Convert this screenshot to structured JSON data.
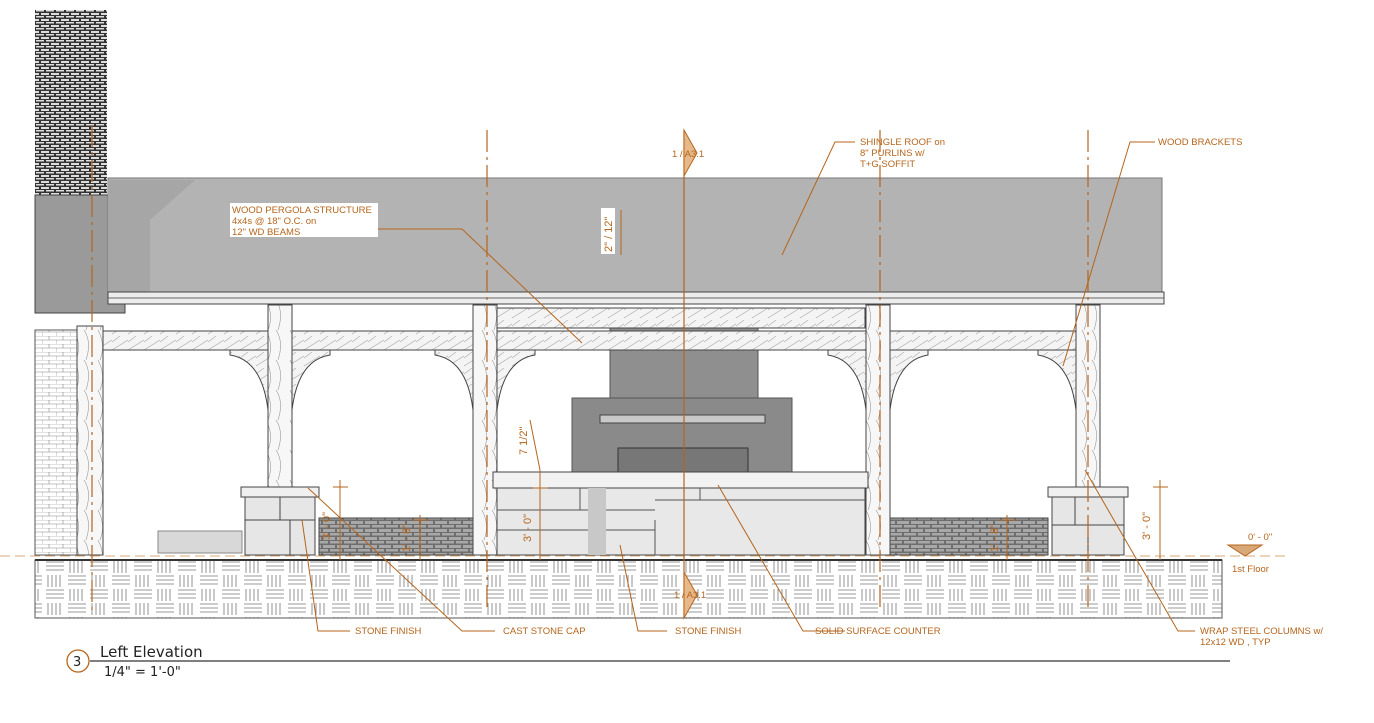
{
  "drawing": {
    "number": "3",
    "title": "Left Elevation",
    "scale": "1/4\" = 1'-0\""
  },
  "section_marks": [
    {
      "label": "1 / A3.1",
      "position": "top"
    },
    {
      "label": "1 / A3.1",
      "position": "bottom"
    }
  ],
  "level": {
    "elevation": "0' - 0\"",
    "name": "1st Floor"
  },
  "callouts": {
    "pergola": [
      "WOOD PERGOLA STRUCTURE",
      "4x4s @ 18\" O.C. on",
      "12\" WD BEAMS"
    ],
    "roof": [
      "SHINGLE ROOF on",
      "8\" PURLINS w/",
      "T+G SOFFIT"
    ],
    "brackets": "WOOD BRACKETS",
    "stone_finish_left": "STONE FINISH",
    "cast_stone_cap": "CAST STONE CAP",
    "stone_finish_center": "STONE FINISH",
    "solid_surface_counter": "SOLID SURFACE COUNTER",
    "wrap_columns": [
      "WRAP STEEL COLUMNS w/",
      "12x12 WD , TYP"
    ]
  },
  "dimensions": {
    "roof_pitch": "2\" / 12\"",
    "counter_overhang": "7 1/2\"",
    "pillar_left": "3' - 0\"",
    "wall_left": "1' - 8\"",
    "counter": "3' - 0\"",
    "wall_right": "1' - 8\"",
    "pillar_right": "3' - 0\""
  },
  "colors": {
    "annotation": "#b5651d",
    "roof": "#b3b3b3",
    "line": "#333333"
  }
}
